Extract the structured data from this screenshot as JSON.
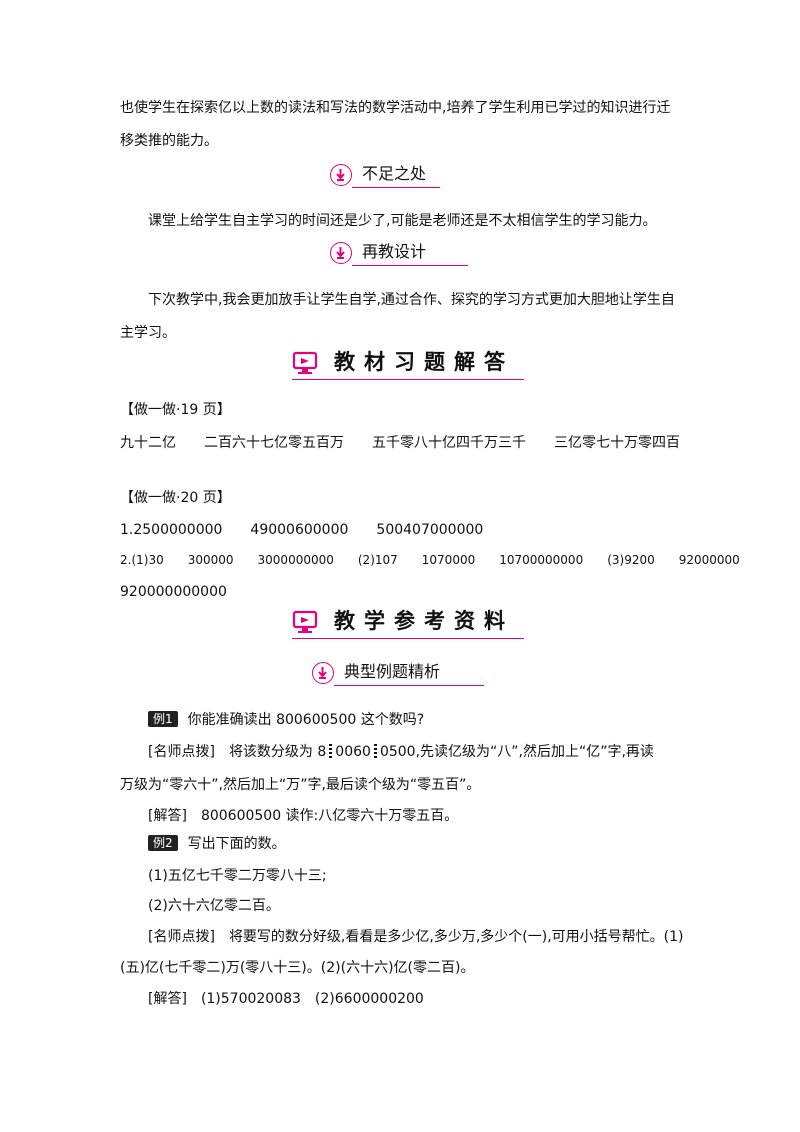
{
  "colors": {
    "accent": "#e4007f",
    "text": "#111111"
  },
  "intro": {
    "line1": "也使学生在探索亿以上数的读法和写法的数学活动中,培养了学生利用已学过的知识进行迁",
    "line2": "移类推的能力。"
  },
  "sec_shortcoming": {
    "title": "不足之处",
    "icon": "down-arrow-circle-icon"
  },
  "shortcoming_text": "课堂上给学生自主学习的时间还是少了,可能是老师还是不太相信学生的学习能力。",
  "sec_redesign": {
    "title": "再教设计",
    "icon": "down-arrow-circle-icon"
  },
  "redesign": {
    "line1": "下次教学中,我会更加放手让学生自学,通过合作、探究的学习方式更加大胆地让学生自",
    "line2": "主学习。"
  },
  "sec_textbook": {
    "title": "教材习题解答",
    "icon": "monitor-icon"
  },
  "ex19": {
    "label": "【做一做·19 页】",
    "answers": [
      "九十二亿",
      "二百六十七亿零五百万",
      "五千零八十亿四千万三千",
      "三亿零七十万零四百"
    ]
  },
  "ex20": {
    "label": "【做一做·20 页】",
    "line1": "1.2500000000　　49000600000　　500407000000",
    "line2": "2.(1)30　　300000　　3000000000　　(2)107　　1070000　　10700000000　　(3)9200　　92000000",
    "line3": "920000000000"
  },
  "sec_reference": {
    "title": "教学参考资料",
    "icon": "monitor-icon"
  },
  "sec_typical": {
    "title": "典型例题精析",
    "icon": "down-arrow-circle-icon"
  },
  "example1": {
    "badge": "例1",
    "question": "你能准确读出 800600500 这个数吗?",
    "tip_label": "[名师点拨]",
    "tip_line1_a": "将该数分级为 8",
    "tip_line1_b": "0060",
    "tip_line1_c": "0500,先读亿级为“八”,然后加上“亿”字,再读",
    "tip_line2": "万级为“零六十”,然后加上“万”字,最后读个级为“零五百”。",
    "answer_label": "[解答]",
    "answer": "800600500 读作:八亿零六十万零五百。"
  },
  "example2": {
    "badge": "例2",
    "question": "写出下面的数。",
    "item1": "(1)五亿七千零二万零八十三;",
    "item2": "(2)六十六亿零二百。",
    "tip_label": "[名师点拨]",
    "tip_line1": "将要写的数分好级,看看是多少亿,多少万,多少个(一),可用小括号帮忙。(1)",
    "tip_line2": "(五)亿(七千零二)万(零八十三)。(2)(六十六)亿(零二百)。",
    "answer_label": "[解答]",
    "answer": "(1)570020083　(2)6600000200"
  }
}
